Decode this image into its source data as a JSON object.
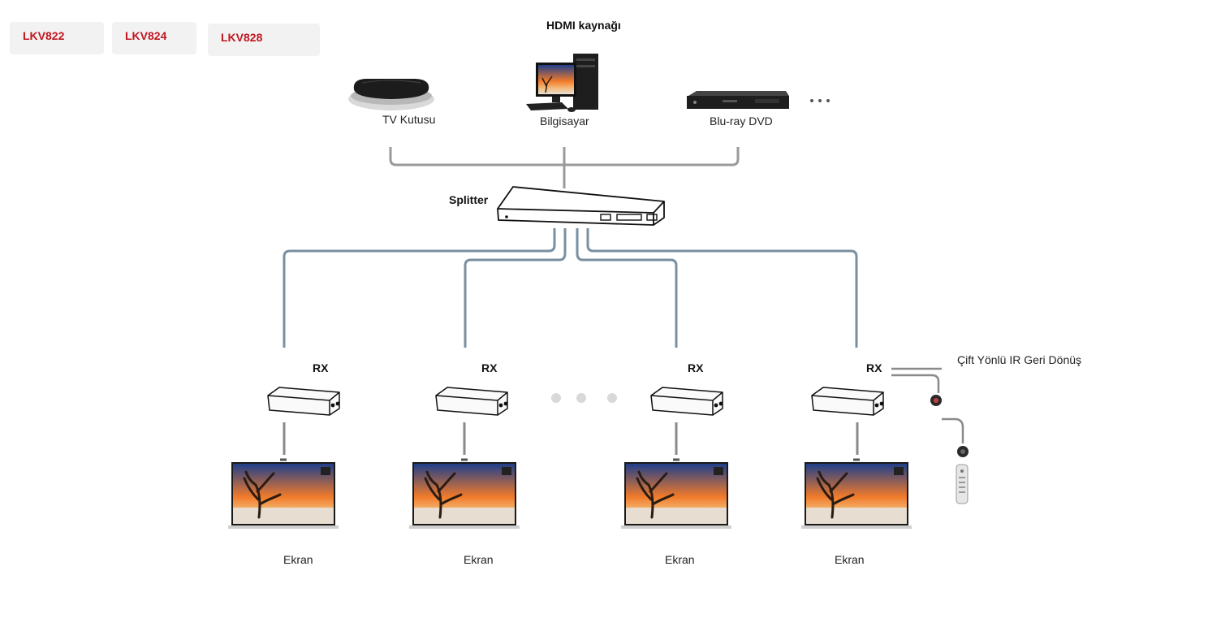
{
  "tabs": [
    {
      "label": "LKV822"
    },
    {
      "label": "LKV824"
    },
    {
      "label": "LKV828"
    }
  ],
  "source_title": "HDMI kaynağı",
  "sources": [
    {
      "label": "TV Kutusu",
      "icon": "tv-box-icon"
    },
    {
      "label": "Bilgisayar",
      "icon": "desktop-computer-icon"
    },
    {
      "label": "Blu-ray DVD",
      "icon": "bluray-player-icon"
    }
  ],
  "more_sources": "...",
  "splitter_label": "Splitter",
  "receivers": [
    {
      "label": "RX",
      "display": "Ekran"
    },
    {
      "label": "RX",
      "display": "Ekran"
    },
    {
      "label": "RX",
      "display": "Ekran"
    },
    {
      "label": "RX",
      "display": "Ekran"
    }
  ],
  "ir_label": "Çift Yönlü IR Geri Dönüş",
  "colors": {
    "tab_text": "#c0161f",
    "tab_bg": "#f2f2f2",
    "cable_source": "#9a9a9a",
    "cable_output": "#7a8fa0",
    "ellipsis_dots": "#d8d8d8"
  }
}
